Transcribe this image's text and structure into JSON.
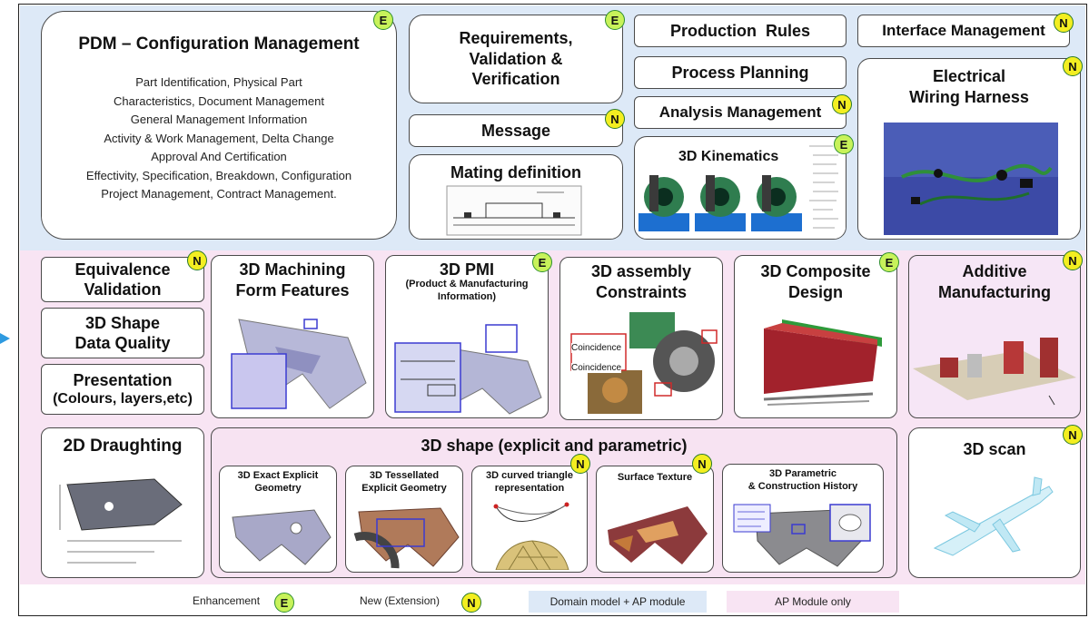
{
  "pdm": {
    "title": "PDM – Configuration Management",
    "lines": [
      "Part Identification, Physical Part",
      "Characteristics, Document Management",
      "General Management Information",
      "Activity & Work Management, Delta Change",
      "Approval And Certification",
      "Effectivity, Specification, Breakdown, Configuration",
      "Project Management, Contract Management."
    ],
    "badge": "E"
  },
  "req": {
    "lines": [
      "Requirements,",
      "Validation &",
      "Verification"
    ],
    "badge": "E"
  },
  "message": {
    "title": "Message",
    "badge": "N"
  },
  "mating": {
    "title": "Mating definition"
  },
  "production_rules": {
    "title": "Production  Rules"
  },
  "process_planning": {
    "title": "Process Planning"
  },
  "analysis": {
    "title": "Analysis Management",
    "badge": "N"
  },
  "kinematics": {
    "title": "3D Kinematics",
    "badge": "E"
  },
  "interface": {
    "title": "Interface Management",
    "badge": "N"
  },
  "electrical": {
    "lines": [
      "Electrical",
      "Wiring Harness"
    ],
    "badge": "N"
  },
  "equivalence": {
    "lines": [
      "Equivalence",
      "Validation"
    ],
    "badge": "N"
  },
  "shape_quality": {
    "lines": [
      "3D Shape",
      "Data Quality"
    ]
  },
  "presentation": {
    "lines": [
      "Presentation",
      "(Colours, layers,etc)"
    ]
  },
  "machining": {
    "lines": [
      "3D Machining",
      "Form Features"
    ]
  },
  "pmi": {
    "title": "3D PMI",
    "subtitle_lines": [
      "(Product & Manufacturing",
      "Information)"
    ],
    "badge": "E"
  },
  "assembly": {
    "lines": [
      "3D assembly",
      "Constraints"
    ],
    "labels": [
      "Coincidence",
      "Coincidence"
    ]
  },
  "composite": {
    "lines": [
      "3D Composite",
      "Design"
    ],
    "badge": "E"
  },
  "additive": {
    "lines": [
      "Additive",
      "Manufacturing"
    ],
    "badge": "N"
  },
  "draughting": {
    "title": "2D Draughting"
  },
  "shape": {
    "title": "3D shape (explicit and parametric)",
    "cards": [
      {
        "lines": [
          "3D Exact Explicit",
          "Geometry"
        ]
      },
      {
        "lines": [
          "3D Tessellated",
          "Explicit Geometry"
        ]
      },
      {
        "lines": [
          "3D curved triangle",
          "representation"
        ],
        "badge": "N"
      },
      {
        "lines": [
          "Surface Texture"
        ],
        "badge": "N"
      },
      {
        "lines": [
          "3D Parametric",
          "& Construction History"
        ]
      }
    ]
  },
  "scan": {
    "title": "3D scan",
    "badge": "N"
  },
  "legend": {
    "enhancement": "Enhancement",
    "enhancement_badge": "E",
    "new": "New (Extension)",
    "new_badge": "N",
    "domain": "Domain model + AP module",
    "ap_only": "AP Module only",
    "domain_color": "#dde9f7",
    "ap_color": "#f8e4f3"
  }
}
